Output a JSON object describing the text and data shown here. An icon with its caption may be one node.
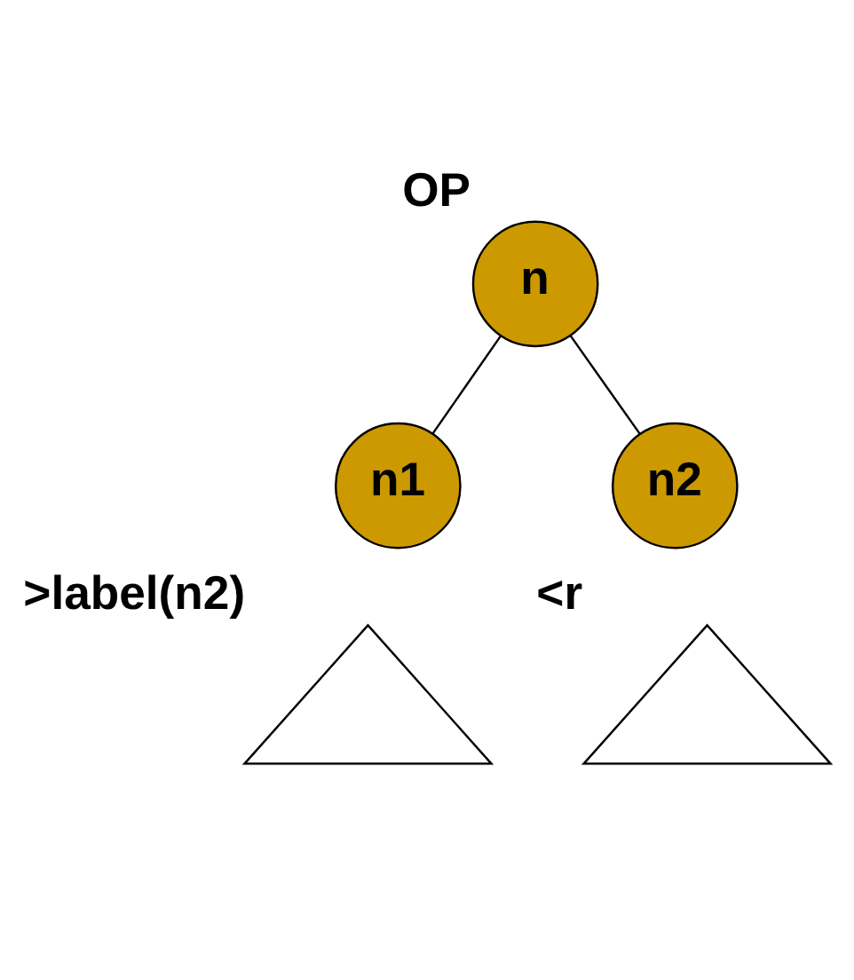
{
  "diagram": {
    "nodes": [
      {
        "text": [
          "n"
        ],
        "beside": [
          "OP"
        ]
      },
      {
        "text": [
          "n1"
        ]
      },
      {
        "text": [
          "n2"
        ]
      },
      {
        "text": [],
        "shape": "triangle",
        "beside": [
          ">label(n2)"
        ]
      },
      {
        "text": [],
        "shape": "triangle",
        "beside": [
          "<r"
        ]
      }
    ],
    "edges": [
      {
        "from": 0,
        "to": 1,
        "arrow": "none"
      },
      {
        "from": 0,
        "to": 2,
        "arrow": "none"
      }
    ]
  }
}
